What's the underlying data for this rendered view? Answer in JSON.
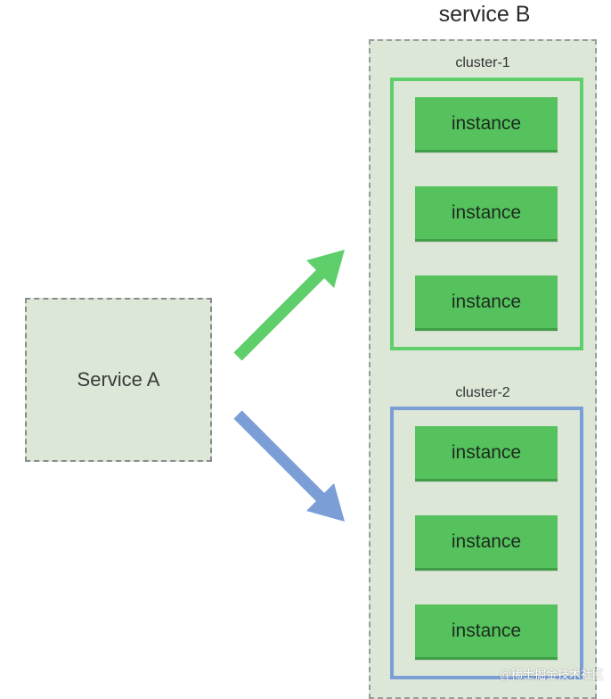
{
  "service_a": {
    "label": "Service A"
  },
  "service_b": {
    "title": "service B",
    "clusters": [
      {
        "label": "cluster-1",
        "instances": [
          "instance",
          "instance",
          "instance"
        ]
      },
      {
        "label": "cluster-2",
        "instances": [
          "instance",
          "instance",
          "instance"
        ]
      }
    ]
  },
  "watermark": "@稀土掘金技术社区",
  "colors": {
    "panel_bg": "#dde7d8",
    "instance_fill": "#55c25e",
    "cluster1_border": "#5fcf6b",
    "cluster2_border": "#7b9ed6",
    "arrow_green": "#5fcf6b",
    "arrow_blue": "#7b9ed6"
  }
}
